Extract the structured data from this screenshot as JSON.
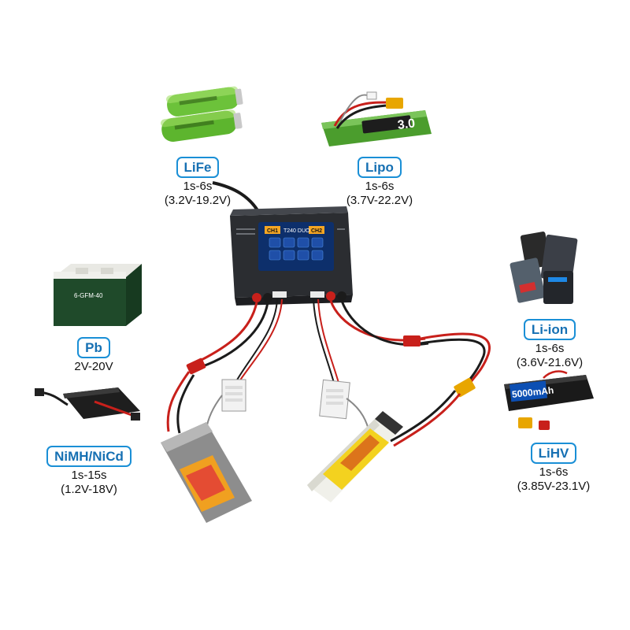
{
  "charger": {
    "model": "T240 DUO",
    "ch1_label": "CH1",
    "ch2_label": "CH2"
  },
  "battery_types": [
    {
      "key": "life",
      "name": "LiFe",
      "cells": "1s-6s",
      "voltage": "(3.2V-19.2V)"
    },
    {
      "key": "lipo",
      "name": "Lipo",
      "cells": "1s-6s",
      "voltage": "(3.7V-22.2V)"
    },
    {
      "key": "pb",
      "name": "Pb",
      "voltage": "2V-20V"
    },
    {
      "key": "liion",
      "name": "Li-ion",
      "cells": "1s-6s",
      "voltage": "(3.6V-21.6V)"
    },
    {
      "key": "nimh",
      "name": "NiMH/NiCd",
      "cells": "1s-15s",
      "voltage": "(1.2V-18V)"
    },
    {
      "key": "lihv",
      "name": "LiHV",
      "cells": "1s-6s",
      "voltage": "(3.85V-23.1V)"
    }
  ],
  "product_text": {
    "lipo_pack_label": "3.0",
    "lihv_pack_capacity": "5000mAh",
    "pb_battery_label": "6-GFM-40"
  },
  "colors": {
    "badge_border": "#1a8fd6",
    "badge_text": "#1670b3",
    "wire_red": "#c8201b",
    "wire_black": "#1b1b1b",
    "charger_body": "#2b2d31",
    "screen": "#0d2f6b"
  }
}
